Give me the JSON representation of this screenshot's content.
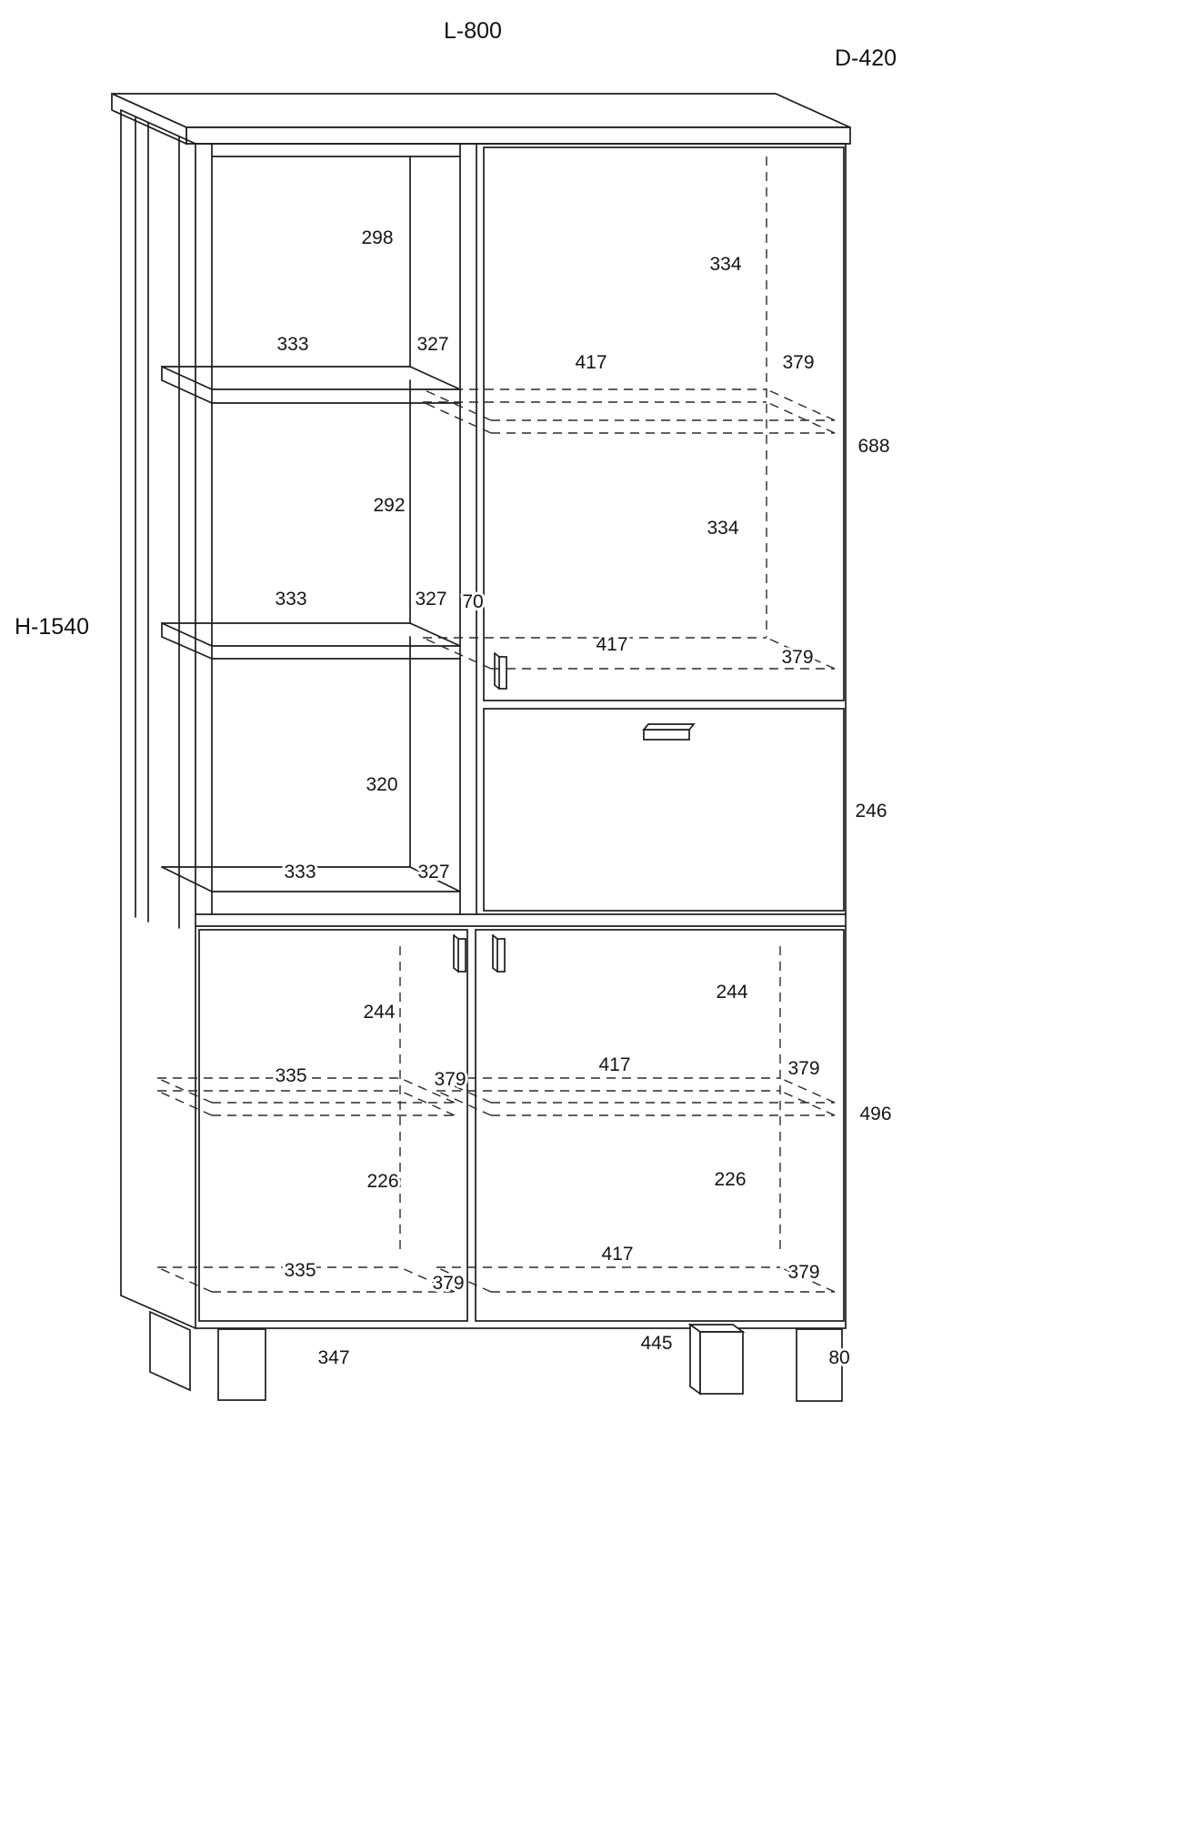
{
  "page": {
    "background": "#ffffff",
    "line_color": "#1c1c1c"
  },
  "overall_dimensions": {
    "length": "L-800",
    "depth": "D-420",
    "height": "H-1540"
  },
  "upper_left_shelving": {
    "compartment1": {
      "height": "298",
      "width": "333",
      "width_right": "327"
    },
    "compartment2": {
      "height": "292",
      "width": "333",
      "width_right": "327",
      "divider": "70"
    },
    "compartment3": {
      "height": "320",
      "width": "333",
      "width_right": "327"
    }
  },
  "upper_right_door": {
    "top_section_height": "334",
    "top_shelf_width": "417",
    "top_shelf_depth": "379",
    "door_opening_height": "688",
    "bottom_section_height": "334",
    "bottom_shelf_width": "417",
    "bottom_shelf_depth": "379"
  },
  "drawer": {
    "height": "246"
  },
  "lower_left_door": {
    "top_height": "244",
    "top_width": "335",
    "top_depth": "379",
    "bottom_height": "226",
    "bottom_width": "335",
    "bottom_depth": "379"
  },
  "lower_right_door": {
    "top_height": "244",
    "top_width": "417",
    "top_depth": "379",
    "opening_height": "496",
    "bottom_height": "226",
    "bottom_width": "417",
    "bottom_depth": "379"
  },
  "base": {
    "left_foot_span": "347",
    "right_foot_span": "445",
    "foot_height": "80"
  }
}
